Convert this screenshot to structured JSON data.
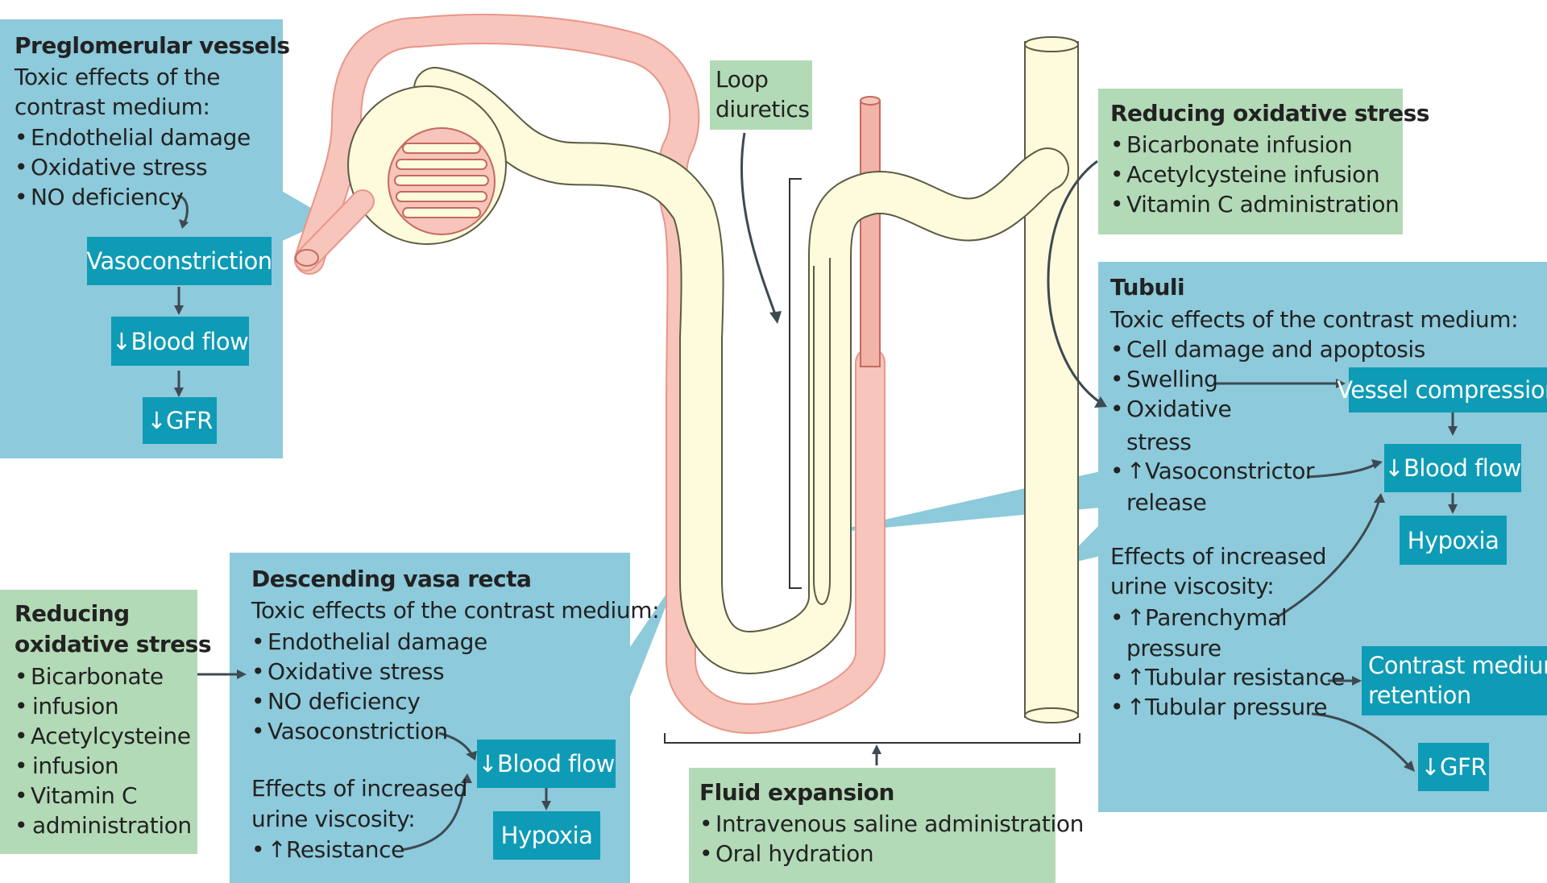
{
  "preglomerular": {
    "title": "Preglomerular vessels",
    "intro": [
      "Toxic effects of the",
      "contrast medium:"
    ],
    "items": [
      "Endothelial damage",
      "Oxidative stress",
      "NO deficiency"
    ],
    "cascade": [
      "Vasoconstriction",
      "↓Blood flow",
      "↓GFR"
    ]
  },
  "loop_diuretics": [
    "Loop",
    "diuretics"
  ],
  "reducing_top": {
    "title": "Reducing oxidative stress",
    "items": [
      "Bicarbonate infusion",
      "Acetylcysteine infusion",
      "Vitamin C administration"
    ]
  },
  "tubuli": {
    "title": "Tubuli",
    "intro": "Toxic effects of the contrast medium:",
    "items": [
      "Cell damage and apoptosis",
      "Swelling"
    ],
    "oxidative": [
      "Oxidative",
      "stress"
    ],
    "vasoconstrictor": [
      "↑Vasoconstrictor",
      "release"
    ],
    "viscosity_heading": [
      "Effects of increased",
      "urine viscosity:"
    ],
    "parenchymal": [
      "↑Parenchymal",
      "pressure"
    ],
    "tubular_resistance": "↑Tubular resistance",
    "tubular_pressure": "↑Tubular pressure",
    "boxes": {
      "vessel_compression": "Vessel compression",
      "blood_flow": "↓Blood flow",
      "hypoxia": "Hypoxia",
      "retention": [
        "Contrast medium",
        "retention"
      ],
      "gfr": "↓GFR"
    }
  },
  "reducing_left": {
    "title": [
      "Reducing",
      "oxidative stress"
    ],
    "items": [
      [
        "Bicarbonate",
        "infusion"
      ],
      [
        "Acetylcysteine",
        "infusion"
      ],
      [
        "Vitamin C",
        "administration"
      ]
    ]
  },
  "descending": {
    "title": "Descending vasa recta",
    "intro": "Toxic effects of the contrast medium:",
    "items": [
      "Endothelial damage",
      "Oxidative stress",
      "NO deficiency",
      "Vasoconstriction"
    ],
    "viscosity_heading": [
      "Effects of increased",
      "urine viscosity:"
    ],
    "resistance": "↑Resistance",
    "boxes": {
      "blood_flow": "↓Blood flow",
      "hypoxia": "Hypoxia"
    }
  },
  "fluid": {
    "title": "Fluid expansion",
    "items": [
      "Intravenous saline administration",
      "Oral hydration"
    ]
  },
  "colors": {
    "blue_panel": "#8dcadb",
    "green_panel": "#b3dab7",
    "teal_box": "#0e9bb6",
    "vessel": "#f2b3a8",
    "tubule": "#fdfbdc"
  }
}
